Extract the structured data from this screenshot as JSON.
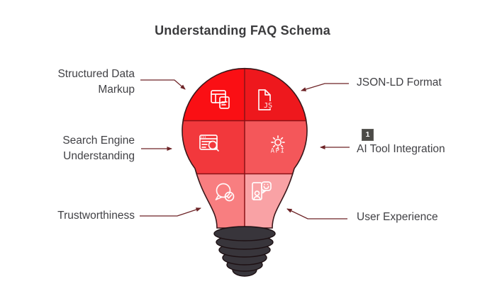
{
  "title": "Understanding FAQ Schema",
  "som_badge": {
    "value": "1"
  },
  "diagram": {
    "segments": [
      {
        "id": "structured-data-markup",
        "label": "Structured Data Markup",
        "color": "#fa0f14",
        "icon": "table-document-icon"
      },
      {
        "id": "json-ld-format",
        "label": "JSON-LD Format",
        "color": "#ee181d",
        "icon": "js-file-icon"
      },
      {
        "id": "search-engine-understanding",
        "label": "Search Engine Understanding",
        "color": "#f2383c",
        "icon": "browser-search-icon"
      },
      {
        "id": "ai-tool-integration",
        "label": "AI Tool Integration",
        "color": "#f4575a",
        "icon": "api-gear-icon"
      },
      {
        "id": "trustworthiness",
        "label": "Trustworthiness",
        "color": "#f87e80",
        "icon": "chat-check-icon"
      },
      {
        "id": "user-experience",
        "label": "User Experience",
        "color": "#f9a2a5",
        "icon": "phone-user-icon"
      }
    ],
    "icon_texts": {
      "js": "JS",
      "api": "API"
    },
    "outline_color": "#3a171a",
    "divider_color": "#8a1216",
    "arrow_color": "#6d2326",
    "base_fill": "#38353b",
    "base_stroke": "#1d1013"
  }
}
